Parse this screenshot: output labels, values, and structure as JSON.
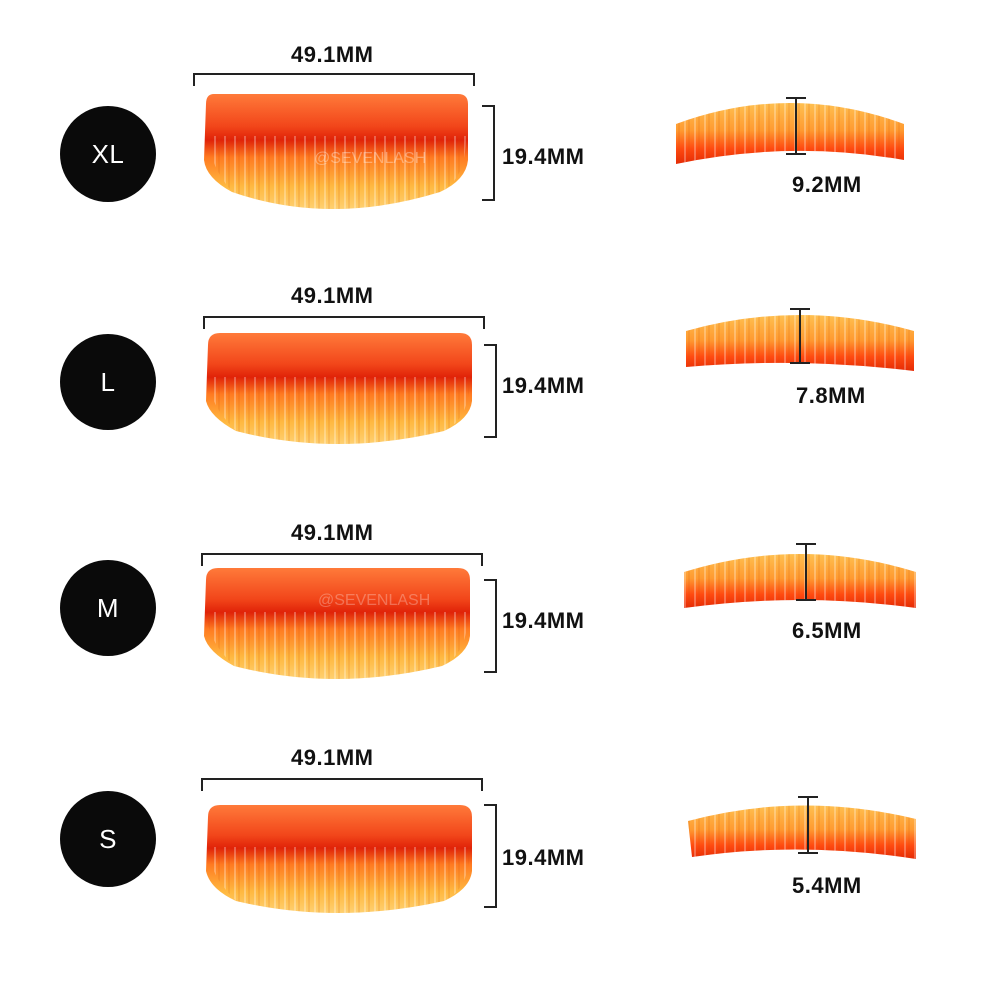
{
  "sizes": [
    {
      "size": "XL",
      "width": "49.1MM",
      "height": "19.4MM",
      "curl": "9.2MM"
    },
    {
      "size": "L",
      "width": "49.1MM",
      "height": "19.4MM",
      "curl": "7.8MM"
    },
    {
      "size": "M",
      "width": "49.1MM",
      "height": "19.4MM",
      "curl": "6.5MM"
    },
    {
      "size": "S",
      "width": "49.1MM",
      "height": "19.4MM",
      "curl": "5.4MM"
    }
  ],
  "watermark": "@SEVENLASH",
  "colors": {
    "orange_top": "#ff6a2a",
    "red_band": "#e8250a",
    "yellow_bottom": "#ffc04a",
    "badge": "#0a0a0a"
  }
}
